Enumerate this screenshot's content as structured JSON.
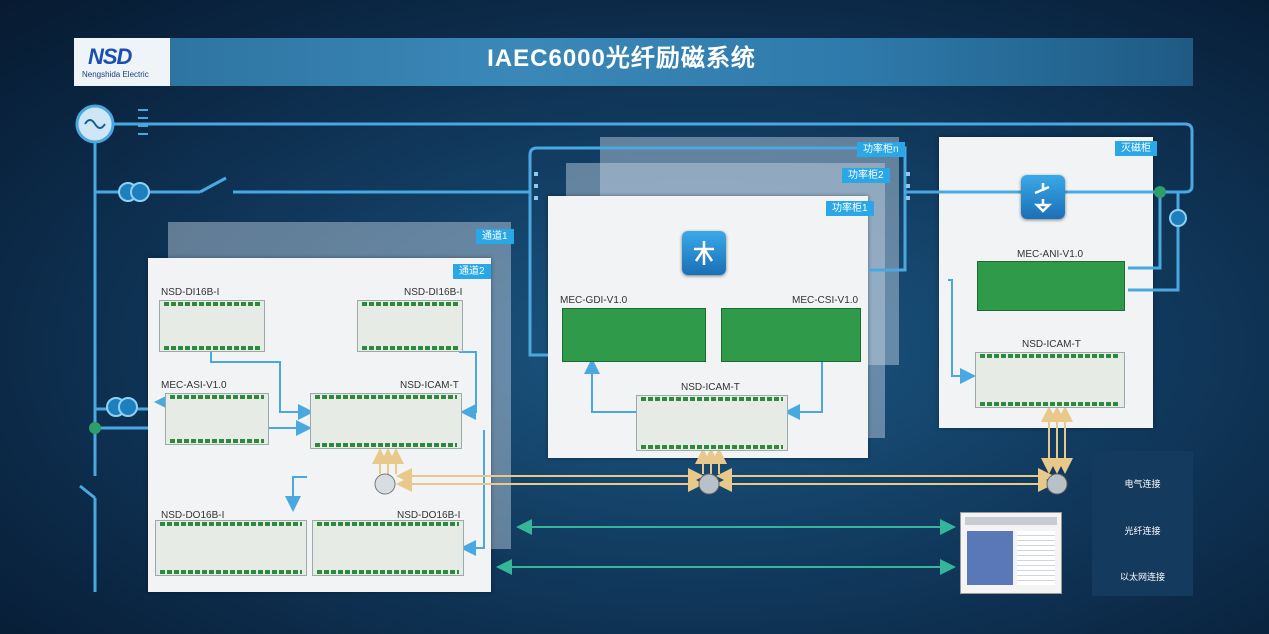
{
  "header": {
    "title": "IAEC6000光纤励磁系统",
    "logo_text": "NSD",
    "logo_sub": "Nengshida Electric"
  },
  "cabinets": {
    "channel1": "通道1",
    "channel2": "通道2",
    "power_n": "功率柜n",
    "power_2": "功率柜2",
    "power_1": "功率柜1",
    "demag": "灭磁柜"
  },
  "modules": {
    "di16b_left": "NSD-DI16B-I",
    "di16b_right": "NSD-DI16B-I",
    "asi": "MEC-ASI-V1.0",
    "icam_channel": "NSD-ICAM-T",
    "do16b_left": "NSD-DO16B-I",
    "do16b_right": "NSD-DO16B-I",
    "gdi": "MEC-GDI-V1.0",
    "csi": "MEC-CSI-V1.0",
    "icam_power": "NSD-ICAM-T",
    "ani": "MEC-ANI-V1.0",
    "icam_demag": "NSD-ICAM-T"
  },
  "legend": {
    "electrical": "电气连接",
    "fiber": "光纤连接",
    "ethernet": "以太网连接"
  },
  "colors": {
    "electrical": "#4aa8e0",
    "fiber": "#e8c98a",
    "ethernet": "#35b59a",
    "tag": "#2aa7e6",
    "panel": "#f1f3f5"
  }
}
